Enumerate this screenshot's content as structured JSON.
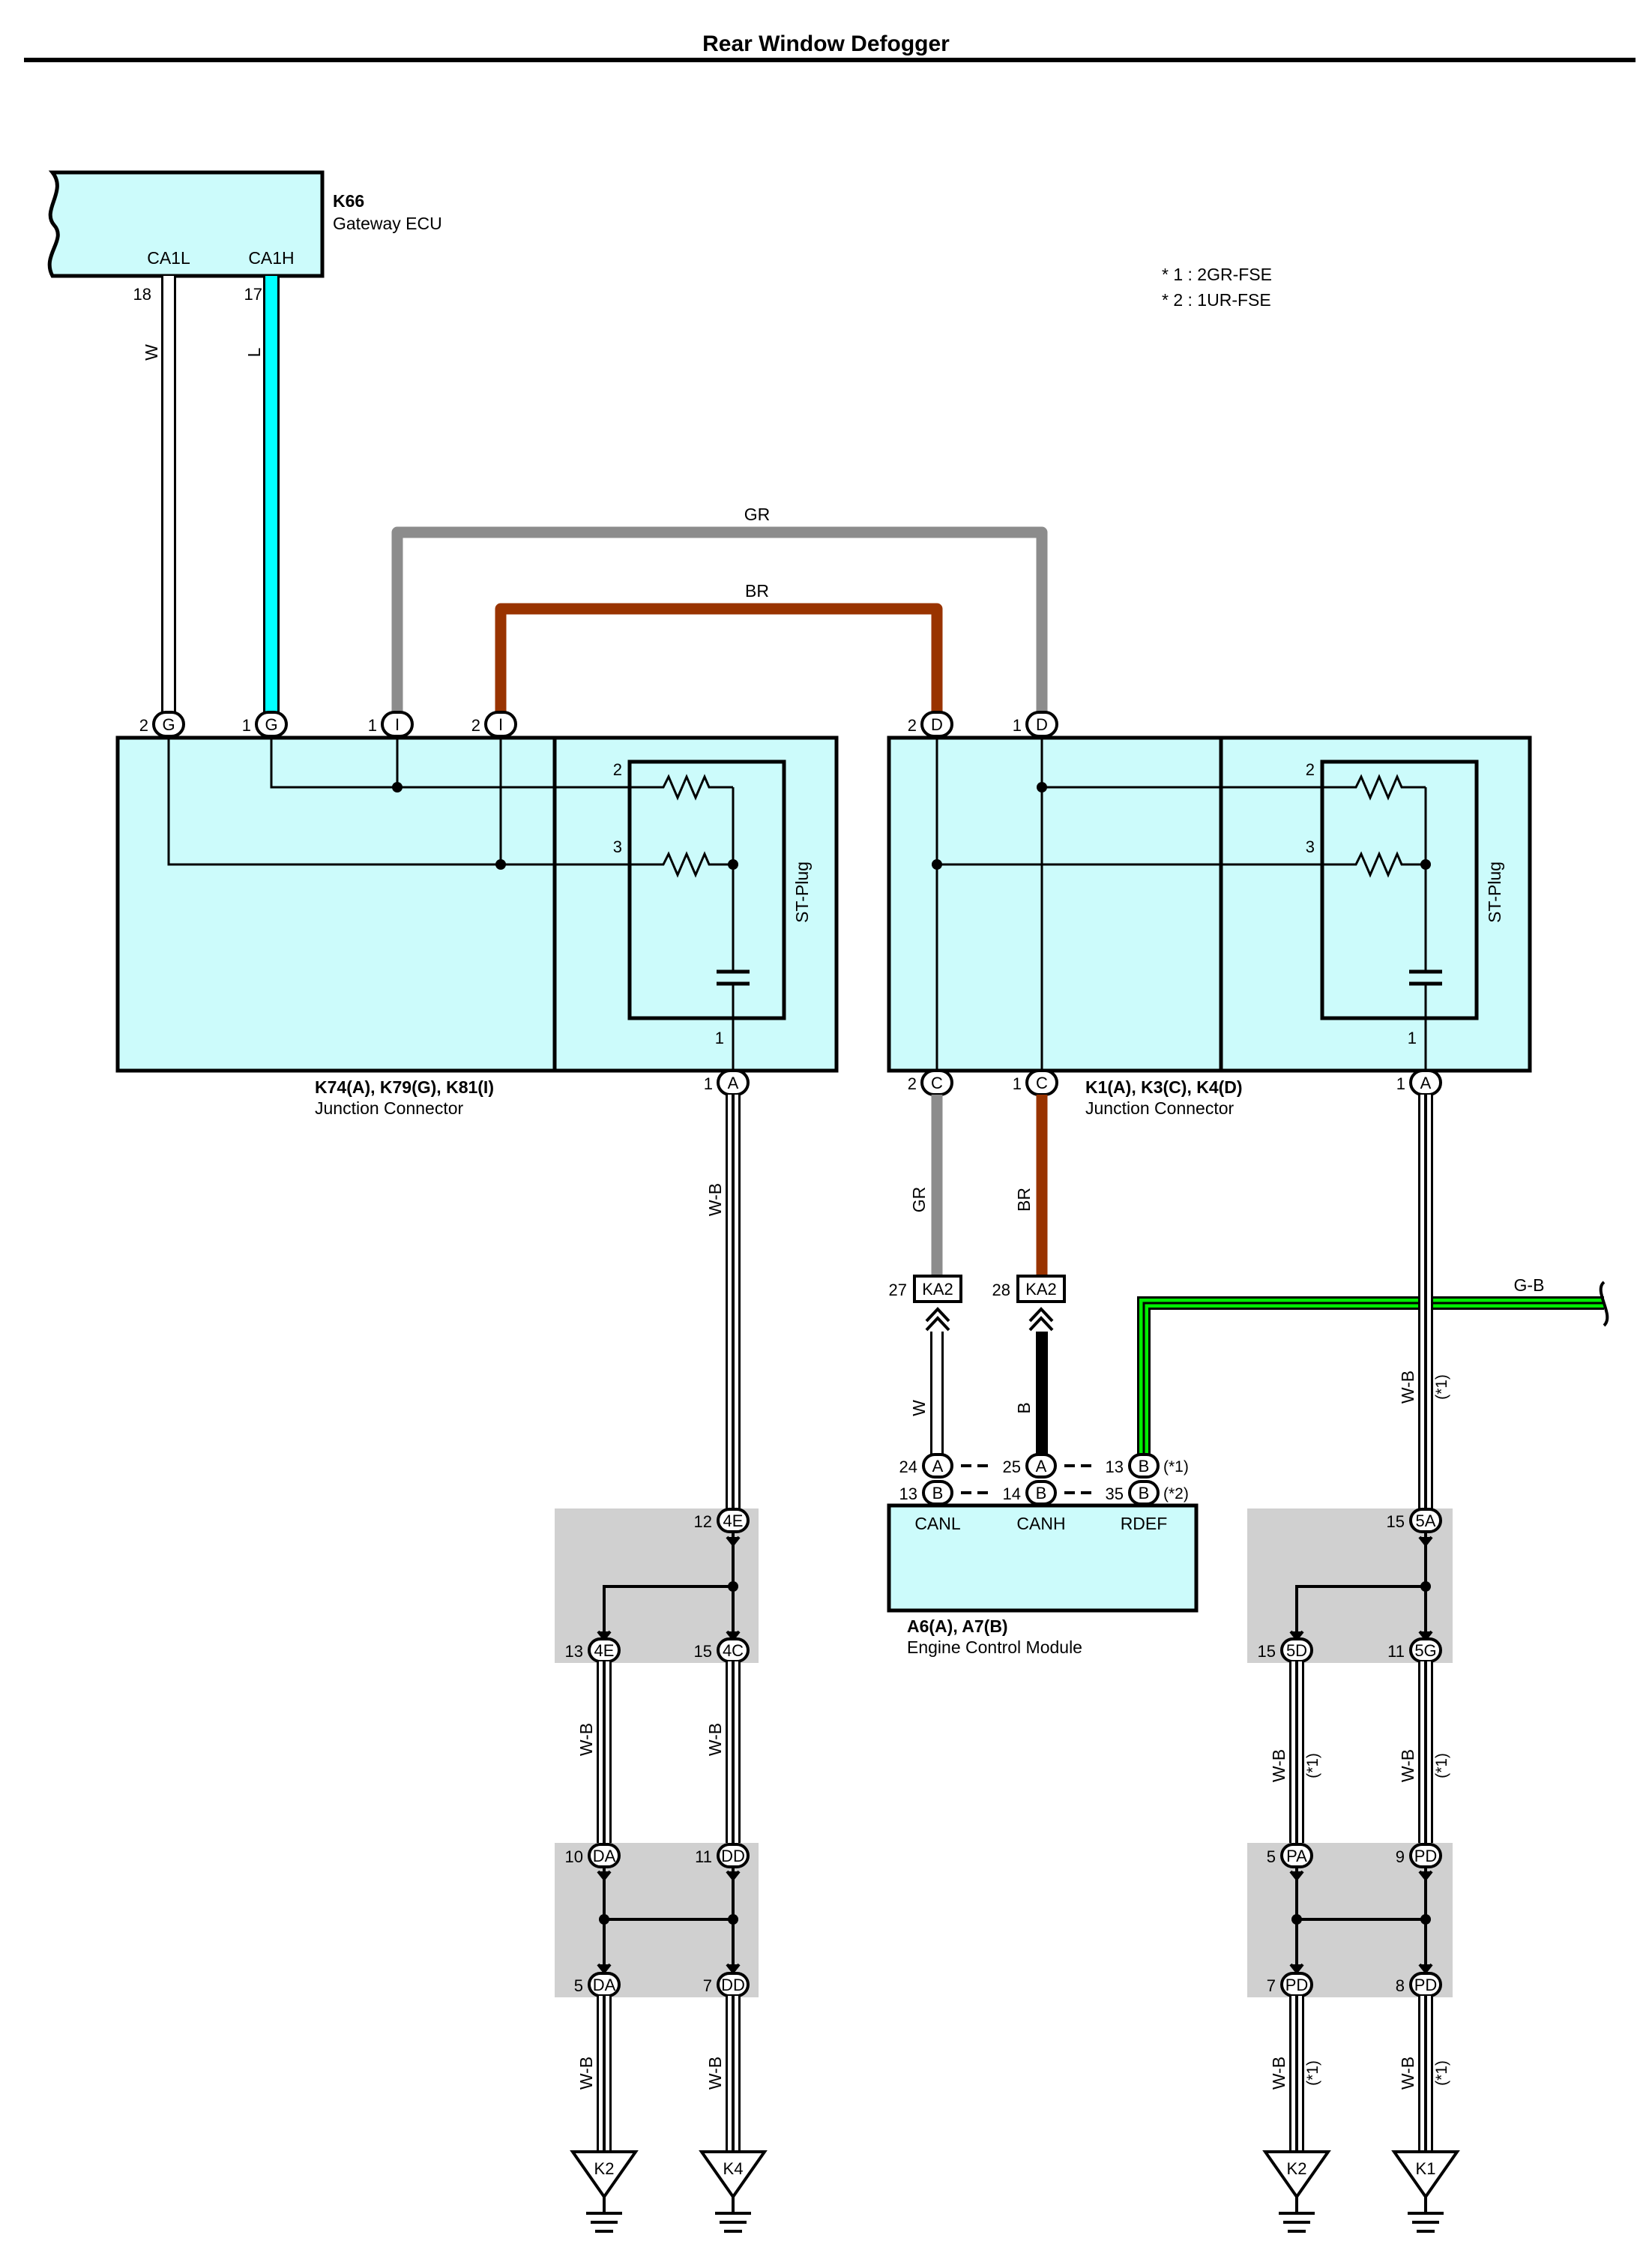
{
  "title": "Rear Window Defogger",
  "notes": [
    "* 1 : 2GR-FSE",
    "* 2 : 1UR-FSE"
  ],
  "gateway": {
    "code": "K66",
    "name": "Gateway ECU",
    "pin_ca1l": "CA1L",
    "pin_ca1h": "CA1H",
    "num_18": "18",
    "num_17": "17"
  },
  "wire_colors": {
    "W": "W",
    "L": "L",
    "GR": "GR",
    "BR": "BR",
    "B": "B",
    "WB": "W-B",
    "GB": "G-B"
  },
  "colors": {
    "box_fill": "#ccfbfb",
    "wire_L": "#00ffff",
    "wire_GR": "#8c8c8c",
    "wire_BR": "#993300",
    "wire_GB": "#00ee00",
    "splice_bg": "#d0d0d0"
  },
  "jc_left": {
    "codes": "K74(A), K79(G), K81(I)",
    "name": "Junction Connector",
    "st_plug": "ST-Plug"
  },
  "jc_right": {
    "codes": "K1(A), K3(C), K4(D)",
    "name": "Junction Connector",
    "st_plug": "ST-Plug"
  },
  "ecm": {
    "codes": "A6(A), A7(B)",
    "name": "Engine Control Module",
    "canl": "CANL",
    "canh": "CANH",
    "rdef": "RDEF"
  },
  "connector_letters": {
    "G": "G",
    "I": "I",
    "D": "D",
    "C": "C",
    "A": "A",
    "B": "B",
    "KA2": "KA2",
    "4E": "4E",
    "4C": "4C",
    "DA": "DA",
    "DD": "DD",
    "5A": "5A",
    "5D": "5D",
    "5G": "5G",
    "PA": "PA",
    "PD": "PD"
  },
  "pin_numbers": {
    "n1": "1",
    "n2": "2",
    "n3": "3",
    "n5": "5",
    "n7": "7",
    "n8": "8",
    "n9": "9",
    "n10": "10",
    "n11": "11",
    "n12": "12",
    "n13": "13",
    "n14": "14",
    "n15": "15",
    "n24": "24",
    "n25": "25",
    "n27": "27",
    "n28": "28",
    "n35": "35"
  },
  "note_marks": {
    "s1": "(*1)",
    "s2": "(*2)"
  },
  "grounds": {
    "k2": "K2",
    "k4": "K4",
    "k1": "K1"
  }
}
